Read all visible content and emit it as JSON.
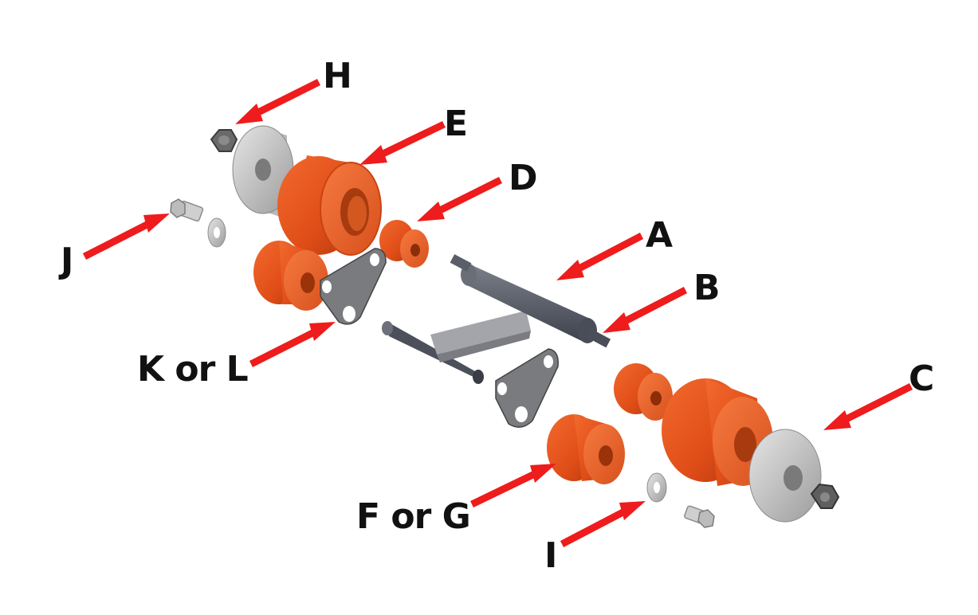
{
  "labels": {
    "a": "A",
    "b": "B",
    "c": "C",
    "d": "D",
    "e": "E",
    "h": "H",
    "i": "I",
    "j": "J",
    "k_or_l": "K or L",
    "f_or_g": "F or G"
  },
  "colors": {
    "arrow": "#ee1c1c",
    "bushing": "#e8501a",
    "bushing_dark": "#b8380c",
    "washer": "#c9c9c9",
    "plate": "#6e6f72",
    "axle": "#5a5e68",
    "text": "#111111"
  }
}
